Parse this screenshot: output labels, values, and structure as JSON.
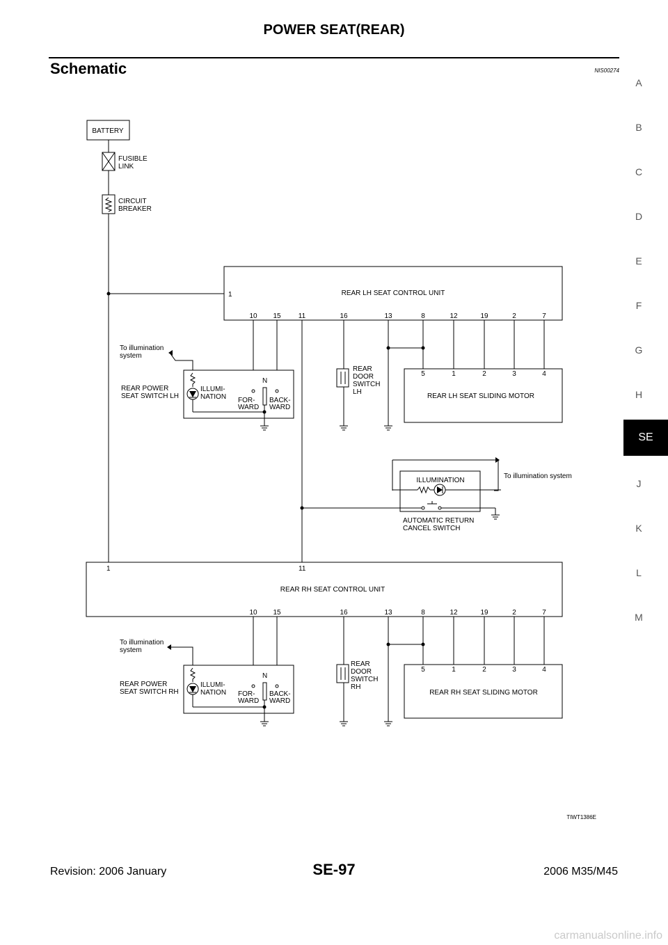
{
  "header": {
    "title": "POWER SEAT(REAR)"
  },
  "section": {
    "title": "Schematic",
    "code": "NIS00274"
  },
  "side_index": {
    "letters": [
      "A",
      "B",
      "C",
      "D",
      "E",
      "F",
      "G",
      "H",
      "SE",
      "J",
      "K",
      "L",
      "M"
    ],
    "active": "SE"
  },
  "footer": {
    "left": "Revision: 2006 January",
    "center": "SE-97",
    "right": "2006 M35/M45"
  },
  "watermark": "carmanualsonline.info",
  "schematic": {
    "battery": "BATTERY",
    "fusible_link": [
      "FUSIBLE",
      "LINK"
    ],
    "circuit_breaker": [
      "CIRCUIT",
      "BREAKER"
    ],
    "lh_unit": "REAR LH SEAT CONTROL UNIT",
    "rh_unit": "REAR RH SEAT CONTROL UNIT",
    "lh_motor": "REAR LH SEAT SLIDING MOTOR",
    "rh_motor": "REAR RH SEAT SLIDING MOTOR",
    "lh_unit_pin1": "1",
    "rh_unit_pin1": "1",
    "rh_unit_pin11": "11",
    "unit_pins": [
      "10",
      "15",
      "11",
      "16",
      "13",
      "8",
      "12",
      "19",
      "2",
      "7"
    ],
    "rh_unit_pins": [
      "10",
      "15",
      "16",
      "13",
      "8",
      "12",
      "19",
      "2",
      "7"
    ],
    "motor_pins": [
      "5",
      "1",
      "2",
      "3",
      "4"
    ],
    "to_illum": [
      "To illumination",
      "system"
    ],
    "switch_lh": [
      "REAR POWER",
      "SEAT SWITCH LH"
    ],
    "switch_rh": [
      "REAR POWER",
      "SEAT SWITCH RH"
    ],
    "illum_label": [
      "ILLUMI-",
      "NATION"
    ],
    "neutral": "N",
    "forward": [
      "FOR-",
      "WARD"
    ],
    "backward": [
      "BACK-",
      "WARD"
    ],
    "door_lh": [
      "REAR",
      "DOOR",
      "SWITCH",
      "LH"
    ],
    "door_rh": [
      "REAR",
      "DOOR",
      "SWITCH",
      "RH"
    ],
    "illumination_box": "ILLUMINATION",
    "to_illum_system": "To illumination system",
    "auto_return": [
      "AUTOMATIC RETURN",
      "CANCEL SWITCH"
    ],
    "figure_code": "TIWT1386E"
  }
}
